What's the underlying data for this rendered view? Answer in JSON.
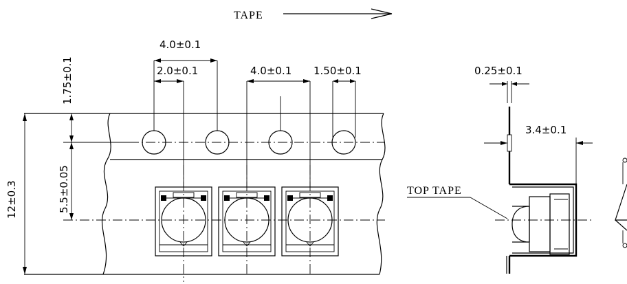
{
  "tape_direction_label": "TAPE",
  "top_tape_label": "TOP TAPE",
  "dimensions": {
    "pitch_total": "4.0±0.1",
    "half_pitch": "2.0±0.1",
    "pocket_pitch": "4.0±0.1",
    "hole_diameter": "1.50±0.1",
    "edge_to_hole": "1.75±0.1",
    "hole_to_center": "5.5±0.05",
    "tape_width": "12±0.3",
    "cover_thickness": "0.25±0.1",
    "pocket_depth": "3.4±0.1"
  },
  "colors": {
    "line": "#000000",
    "background": "#ffffff"
  }
}
